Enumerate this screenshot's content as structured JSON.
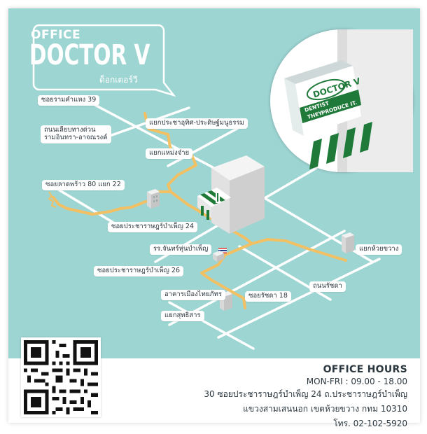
{
  "brand": {
    "office": "OFFICE",
    "doctor": "DOCTOR V",
    "thai": "ด็อกเตอร์วี"
  },
  "sign": {
    "logo": "DOCTOR V",
    "small_text": "Dentist ...",
    "line1": "DENTIST",
    "line2": "THEY",
    "line3": "PRODUCE IT."
  },
  "labels": {
    "ram_khamhaeng": "ซอยรามคำแหง 39",
    "liab_duan": "ถนนเลียบทางด่วน",
    "ramindra": "รามอินทรา-อาจณรงค์",
    "pradit": "แยกประชาอุทิศ-ประดิษฐ์มนูธรรม",
    "laem_chang": "แยกแหม่งจ๋าย",
    "lat_phrao": "ซอยลาดพร้าว 80 แยก 22",
    "soi24": "ซอยประชาราษฎร์บำเพ็ญ 24",
    "school": "รร.จันทร์หุ่นบำเพ็ญ",
    "soi26": "ซอยประชาราษฎร์บำเพ็ญ 26",
    "huai_khwang": "แยกห้วยขวาง",
    "ratchada": "ถนนรัชดา",
    "muang_thai": "อาคารเมืองไทยภัทร",
    "soi_ratchada": "ซอยรัชดา 18",
    "suthisan": "แยกสุทธิสาร"
  },
  "office_hours": {
    "title": "OFFICE HOURS",
    "hours": "MON-FRI : 09.00 - 18.00",
    "address1": "30 ซอยประชาราษฎร์บำเพ็ญ 24 ถ.ประชาราษฎร์บำเพ็ญ",
    "address2": "แขวงสามเสนนอก เขตห้วยขวาง กทม 10310",
    "phone": "โทร. 02-102-5920"
  },
  "colors": {
    "background": "#9dd5d3",
    "road": "#ffffff",
    "route": "#f3c063",
    "accent_green": "#1f7a3a"
  },
  "icons": {
    "qr": "qr-code-icon",
    "building": "office-building-icon",
    "flag": "thai-flag-icon"
  }
}
